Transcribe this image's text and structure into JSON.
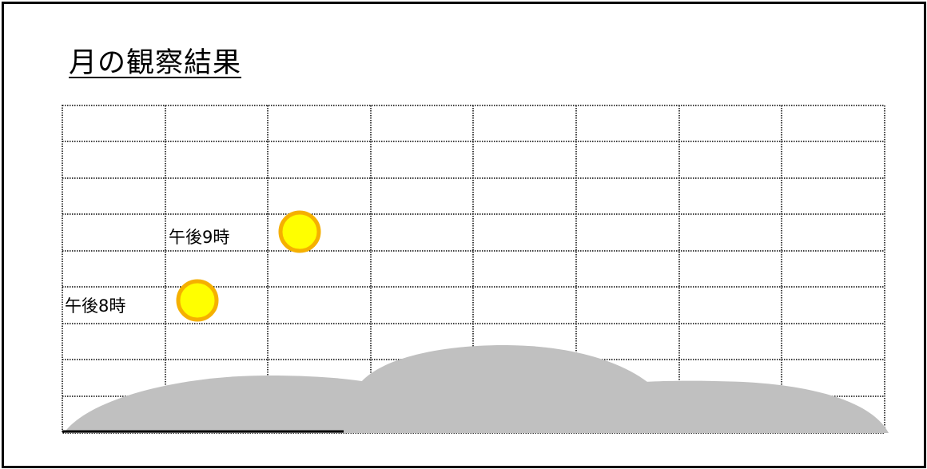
{
  "title": "月の観察結果",
  "observations": [
    {
      "label": "午後8時"
    },
    {
      "label": "午後9時"
    }
  ],
  "colors": {
    "moon_fill": "#ffff00",
    "moon_stroke": "#f5b000",
    "ground": "#c0c0c0",
    "grid": "#000000",
    "frame": "#000000"
  }
}
